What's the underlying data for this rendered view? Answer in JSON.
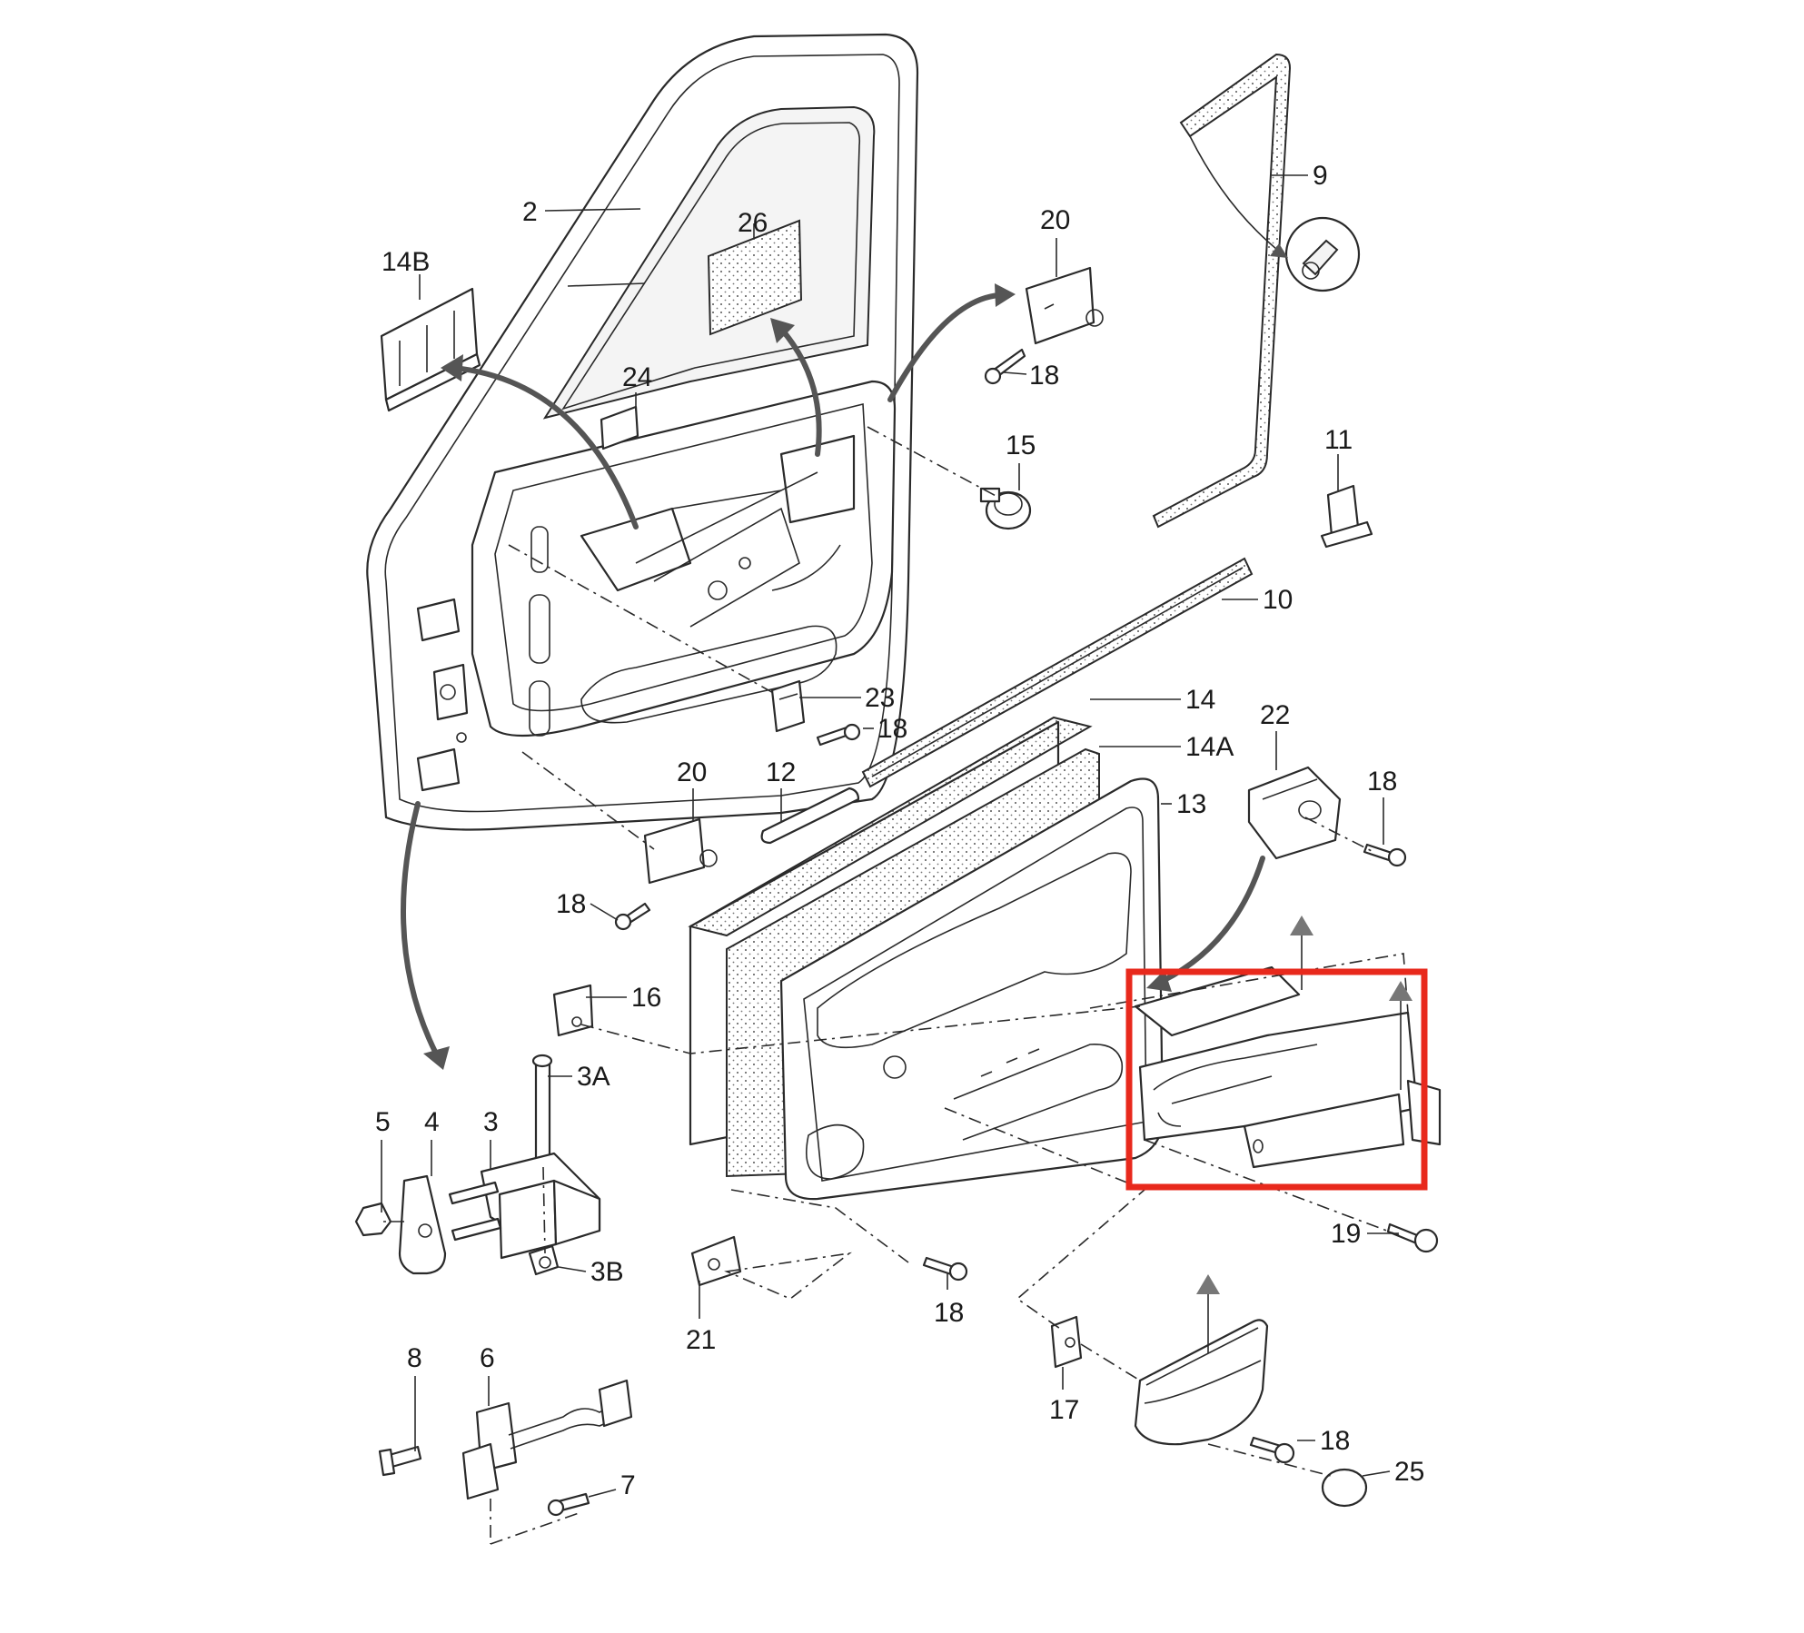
{
  "colors": {
    "line": "#2a2a2a",
    "arrow": "#555555",
    "highlight": "#e8291c",
    "background": "#ffffff"
  },
  "callouts": {
    "c2": "2",
    "c26": "26",
    "c14B": "14B",
    "c24": "24",
    "c20a": "20",
    "c18a": "18",
    "c15": "15",
    "c9": "9",
    "c11": "11",
    "c10": "10",
    "c23": "23",
    "c18b": "18",
    "c14": "14",
    "c14A": "14A",
    "c22": "22",
    "c18c": "18",
    "c13": "13",
    "c20b": "20",
    "c12": "12",
    "c18d": "18",
    "c16": "16",
    "c3A": "3A",
    "c5": "5",
    "c4": "4",
    "c3": "3",
    "c3B": "3B",
    "c21": "21",
    "c18e": "18",
    "c19": "19",
    "c17": "17",
    "c18f": "18",
    "c25": "25",
    "c8": "8",
    "c6": "6",
    "c7": "7"
  }
}
